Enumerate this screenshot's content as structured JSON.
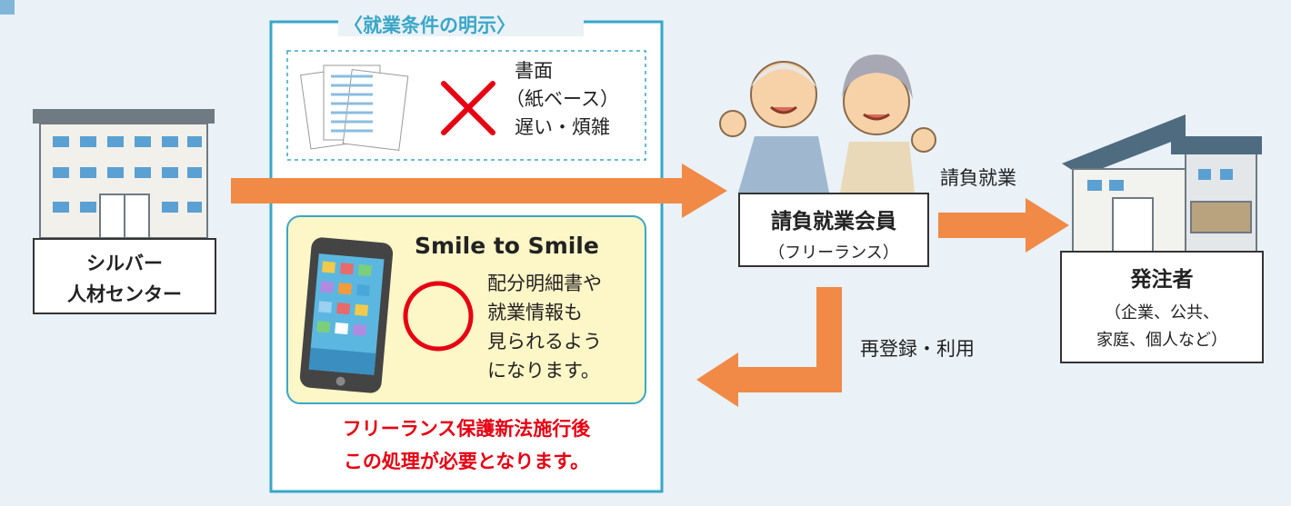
{
  "center": {
    "name_line1": "シルバー",
    "name_line2": "人材センター"
  },
  "conditions": {
    "title": "〈就業条件の明示〉",
    "paper": {
      "line1": "書面",
      "line2": "（紙ベース）",
      "line3": "遅い・煩雑"
    },
    "app": {
      "name": "Smile to Smile",
      "desc1": "配分明細書や",
      "desc2": "就業情報も",
      "desc3": "見られるよう",
      "desc4": "になります。"
    },
    "notice1": "フリーランス保護新法施行後",
    "notice2": "この処理が必要となります。"
  },
  "member": {
    "title": "請負就業会員",
    "subtitle": "（フリーランス）"
  },
  "contract_label": "請負就業",
  "reregister_label": "再登録・利用",
  "client": {
    "title": "発注者",
    "line1": "（企業、公共、",
    "line2": "家庭、個人など）"
  },
  "colors": {
    "arrow": "#f08a46",
    "frame": "#39a6c8",
    "cross": "#e60012",
    "notice": "#e60012",
    "app_panel": "#fdf6c7"
  }
}
